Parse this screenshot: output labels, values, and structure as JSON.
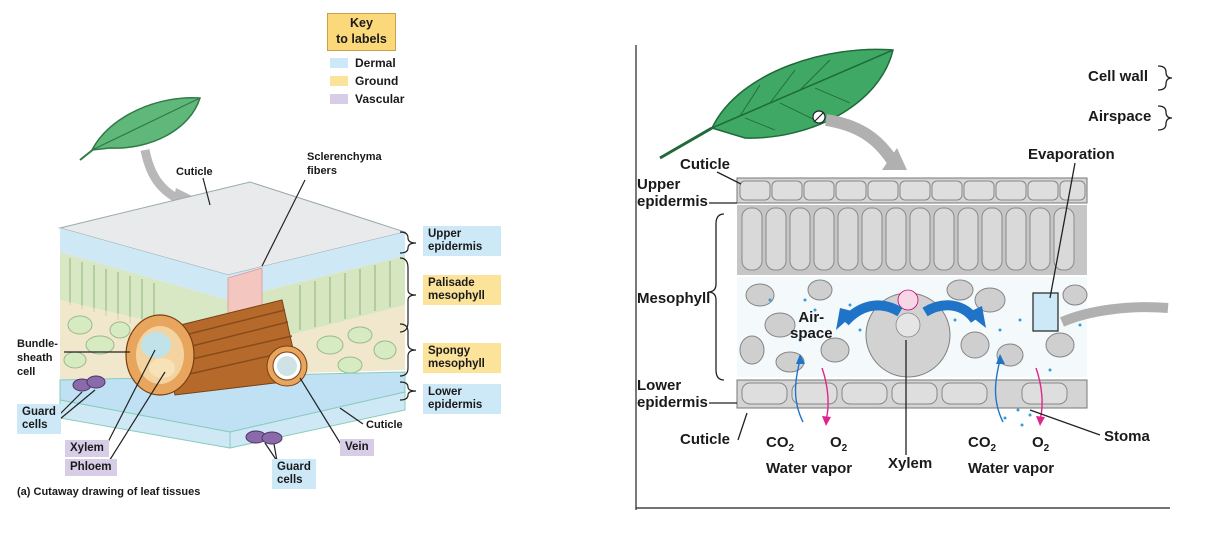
{
  "left_panel": {
    "key_title": "Key\nto labels",
    "key_items": [
      {
        "label": "Dermal",
        "color": "#cde9f7"
      },
      {
        "label": "Ground",
        "color": "#fbe39a"
      },
      {
        "label": "Vascular",
        "color": "#d8cde6"
      }
    ],
    "labels": {
      "cuticle_top": "Cuticle",
      "sclerenchyma": "Sclerenchyma\nfibers",
      "upper_epidermis": "Upper\nepidermis",
      "palisade": "Palisade\nmesophyll",
      "spongy": "Spongy\nmesophyll",
      "lower_epidermis": "Lower\nepidermis",
      "cuticle_bottom": "Cuticle",
      "vein": "Vein",
      "bundle_sheath": "Bundle-\nsheath\ncell",
      "guard_cells_left": "Guard\ncells",
      "xylem": "Xylem",
      "phloem": "Phloem",
      "guard_cells_bottom": "Guard\ncells"
    },
    "caption": "(a) Cutaway drawing of leaf tissues"
  },
  "right_panel": {
    "labels": {
      "cell_wall": "Cell wall",
      "airspace": "Airspace",
      "evaporation": "Evaporation",
      "cuticle_top": "Cuticle",
      "upper_epidermis": "Upper\nepidermis",
      "mesophyll": "Mesophyll",
      "air_space": "Air-\nspace",
      "lower_epidermis": "Lower\nepidermis",
      "cuticle_bottom": "Cuticle",
      "co2_left": "CO",
      "o2_left": "O",
      "water_vapor_left": "Water vapor",
      "xylem": "Xylem",
      "co2_right": "CO",
      "o2_right": "O",
      "water_vapor_right": "Water vapor",
      "stoma": "Stoma",
      "sub2": "2"
    }
  }
}
